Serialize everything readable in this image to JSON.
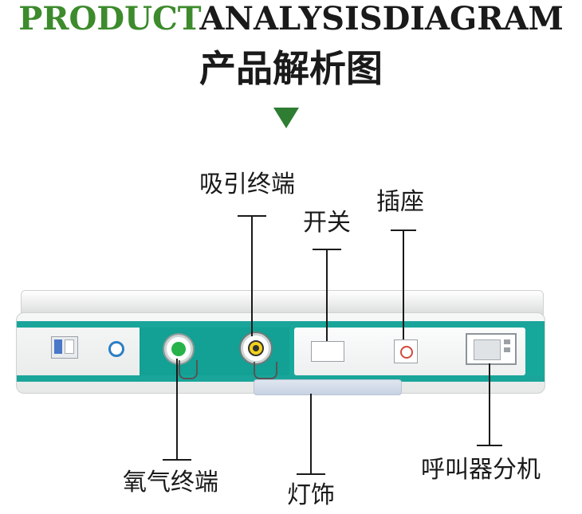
{
  "header": {
    "title_en_green": "PRODUCT",
    "title_en_black": "ANALYSISDIAGRAM",
    "title_cn": "产品解析图"
  },
  "colors": {
    "accent_green": "#2e7d32",
    "panel_teal": "#1aa59a",
    "text": "#1a1a1a"
  },
  "labels": {
    "suction_terminal": "吸引终端",
    "switch": "开关",
    "socket": "插座",
    "oxygen_terminal": "氧气终端",
    "light_decoration": "灯饰",
    "nurse_call_unit": "呼叫器分机"
  },
  "icons": {
    "arrow": "down-triangle-icon"
  }
}
